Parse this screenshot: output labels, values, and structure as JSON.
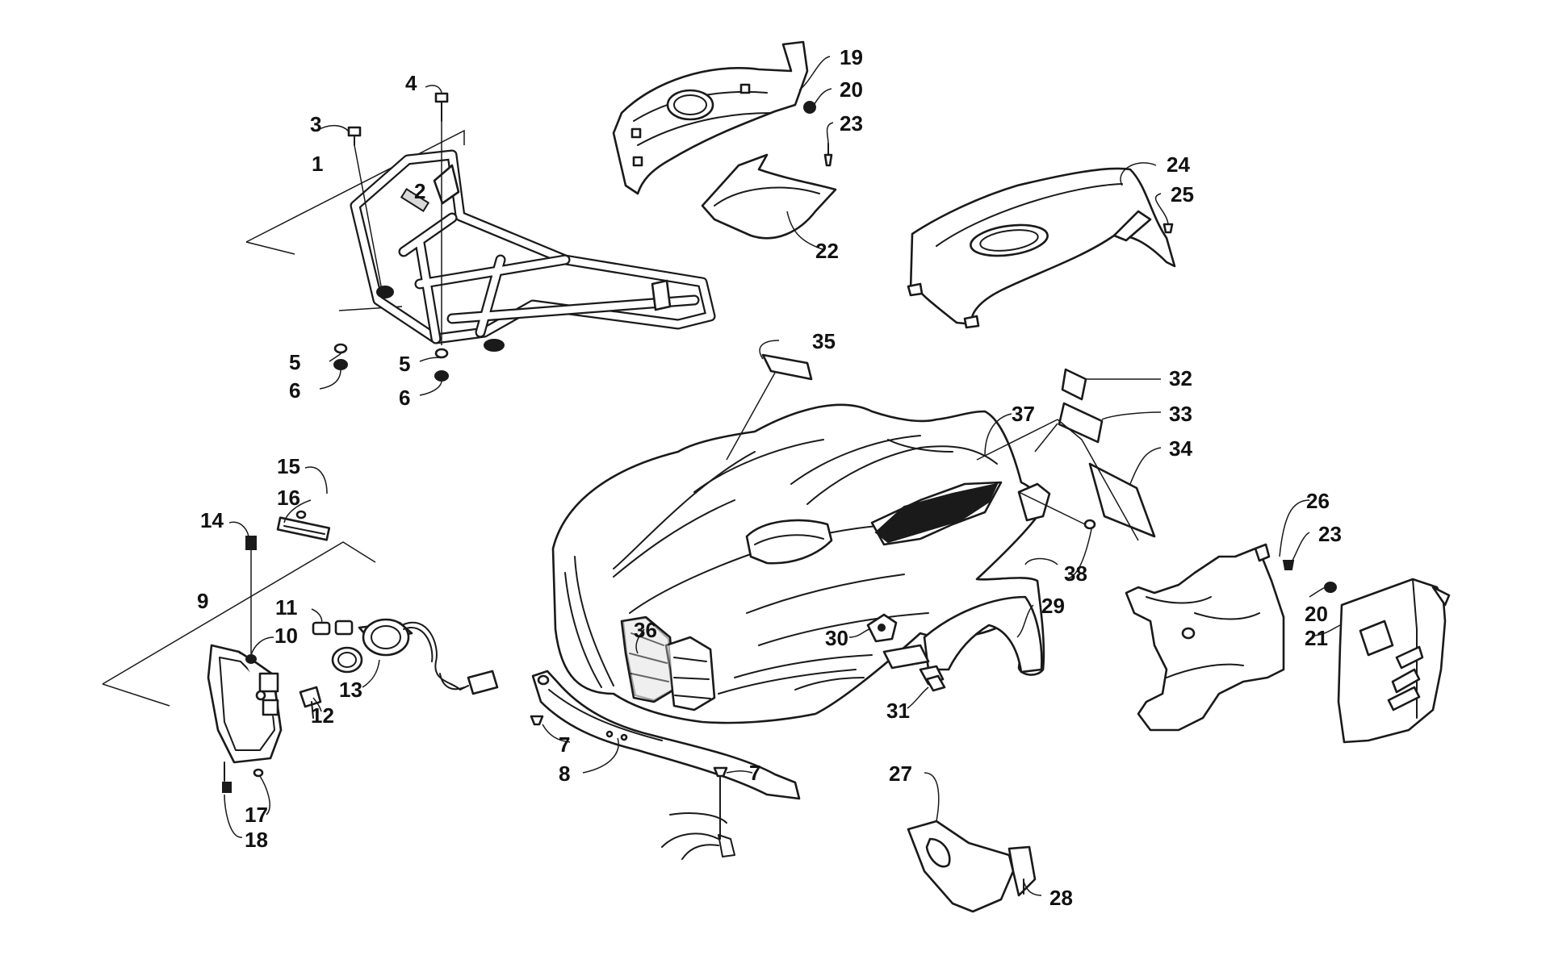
{
  "callouts": [
    {
      "id": "c1",
      "label": "1"
    },
    {
      "id": "c2",
      "label": "2"
    },
    {
      "id": "c3",
      "label": "3"
    },
    {
      "id": "c4",
      "label": "4"
    },
    {
      "id": "c5a",
      "label": "5"
    },
    {
      "id": "c5b",
      "label": "5"
    },
    {
      "id": "c6a",
      "label": "6"
    },
    {
      "id": "c6b",
      "label": "6"
    },
    {
      "id": "c7a",
      "label": "7"
    },
    {
      "id": "c7b",
      "label": "7"
    },
    {
      "id": "c8",
      "label": "8"
    },
    {
      "id": "c9",
      "label": "9"
    },
    {
      "id": "c10",
      "label": "10"
    },
    {
      "id": "c11",
      "label": "11"
    },
    {
      "id": "c12",
      "label": "12"
    },
    {
      "id": "c13",
      "label": "13"
    },
    {
      "id": "c14",
      "label": "14"
    },
    {
      "id": "c15",
      "label": "15"
    },
    {
      "id": "c16",
      "label": "16"
    },
    {
      "id": "c17",
      "label": "17"
    },
    {
      "id": "c18",
      "label": "18"
    },
    {
      "id": "c19",
      "label": "19"
    },
    {
      "id": "c20a",
      "label": "20"
    },
    {
      "id": "c20b",
      "label": "20"
    },
    {
      "id": "c21",
      "label": "21"
    },
    {
      "id": "c22",
      "label": "22"
    },
    {
      "id": "c23a",
      "label": "23"
    },
    {
      "id": "c23b",
      "label": "23"
    },
    {
      "id": "c24",
      "label": "24"
    },
    {
      "id": "c25",
      "label": "25"
    },
    {
      "id": "c26",
      "label": "26"
    },
    {
      "id": "c27",
      "label": "27"
    },
    {
      "id": "c28",
      "label": "28"
    },
    {
      "id": "c29",
      "label": "29"
    },
    {
      "id": "c30",
      "label": "30"
    },
    {
      "id": "c31",
      "label": "31"
    },
    {
      "id": "c32",
      "label": "32"
    },
    {
      "id": "c33",
      "label": "33"
    },
    {
      "id": "c34",
      "label": "34"
    },
    {
      "id": "c35",
      "label": "35"
    },
    {
      "id": "c36",
      "label": "36"
    },
    {
      "id": "c37",
      "label": "37"
    },
    {
      "id": "c38",
      "label": "38"
    }
  ],
  "colors": {
    "line": "#1a1a1a",
    "background": "#ffffff",
    "decal": "#1a1a1a"
  }
}
